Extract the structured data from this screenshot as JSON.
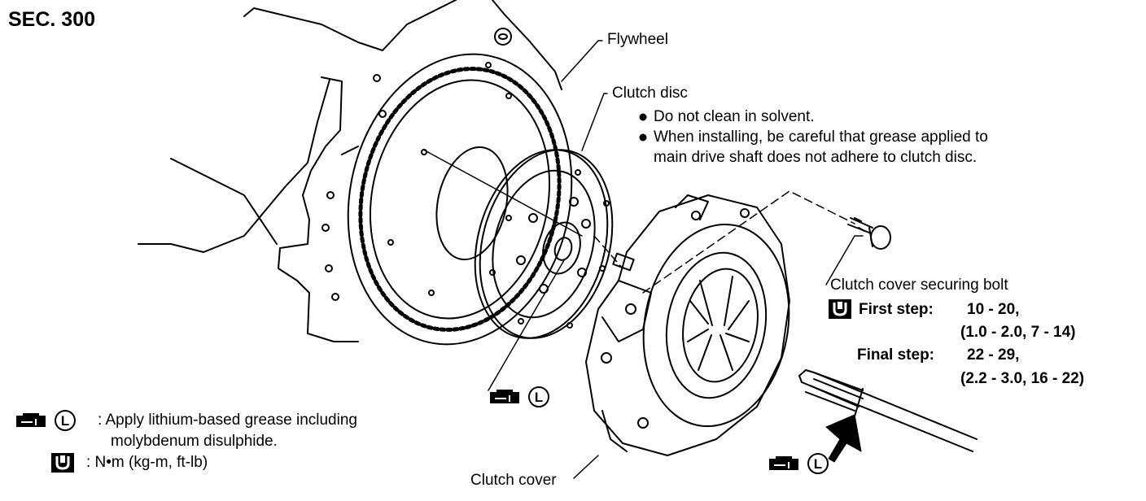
{
  "section": "SEC. 300",
  "labels": {
    "flywheel": "Flywheel",
    "clutch_disc": "Clutch disc",
    "clutch_cover": "Clutch cover",
    "bolt": "Clutch cover securing bolt"
  },
  "notes": {
    "disc_note_1": "Do not clean in solvent.",
    "disc_note_2a": "When installing, be careful that grease applied to",
    "disc_note_2b": "main drive shaft does not adhere to clutch disc."
  },
  "torque": {
    "first_step_label": "First step:",
    "first_step_value": "10 - 20,",
    "first_step_alt": "(1.0 - 2.0, 7 - 14)",
    "final_step_label": "Final step:",
    "final_step_value": "22 - 29,",
    "final_step_alt": "(2.2 - 3.0, 16 - 22)"
  },
  "legend": {
    "grease_line1": ": Apply lithium-based grease including",
    "grease_line2": "molybdenum disulphide.",
    "torque_unit": ": N•m (kg-m, ft-lb)",
    "grease_letter": "L"
  },
  "icons": [
    "grease-gun-icon",
    "lithium-grease-L-icon",
    "torque-wrench-icon",
    "arrow-icon"
  ]
}
